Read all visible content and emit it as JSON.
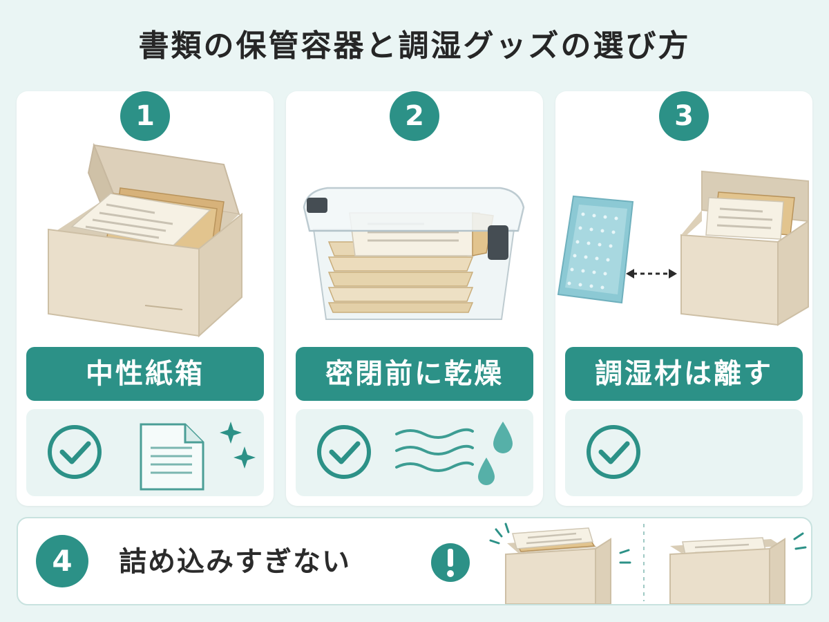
{
  "title": "書類の保管容器と調湿グッズの選び方",
  "cards": [
    {
      "number": "1",
      "label": "中性紙箱"
    },
    {
      "number": "2",
      "label": "密閉前に乾燥"
    },
    {
      "number": "3",
      "label": "調湿材は離す"
    }
  ],
  "bottom": {
    "number": "4",
    "label": "詰め込みすぎない"
  },
  "colors": {
    "accent": "#2c9187",
    "background": "#eaf5f4",
    "panel": "#e9f4f3",
    "kraft": "#e8dcc8"
  }
}
